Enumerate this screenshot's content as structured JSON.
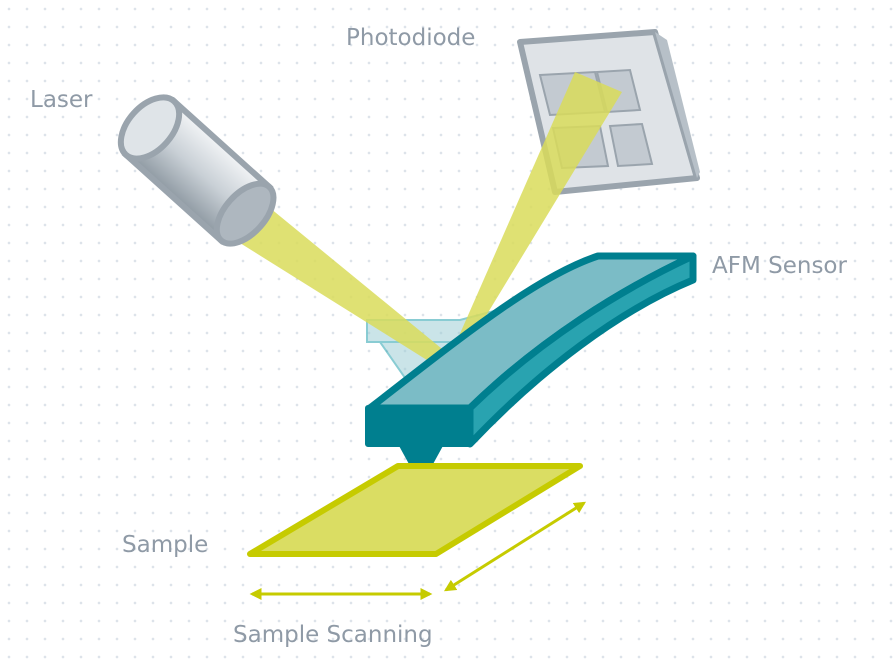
{
  "labels": {
    "laser": "Laser",
    "photodiode": "Photodiode",
    "afm_sensor": "AFM Sensor",
    "sample": "Sample",
    "sample_scanning": "Sample Scanning"
  },
  "colors": {
    "beam": "#d9dc5a",
    "sensor_dark": "#007f8f",
    "sensor_mid": "#29a3b0",
    "sensor_light": "#7bbcc6",
    "sample_fill": "#dadd63",
    "sample_stroke": "#c6cb00",
    "label_gray": "#8f9aa6"
  }
}
